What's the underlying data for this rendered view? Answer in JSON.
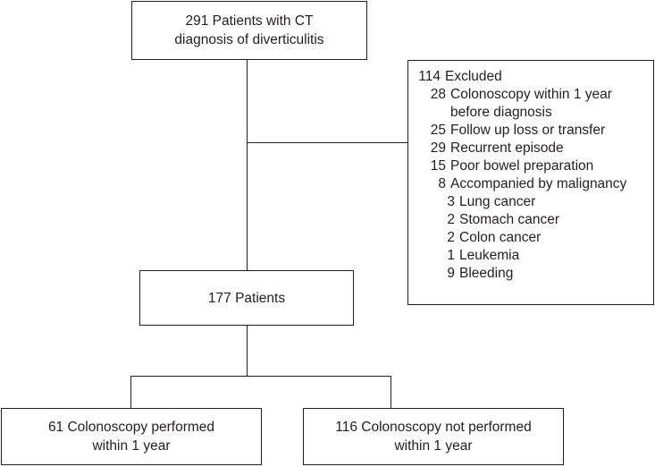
{
  "diagram": {
    "top_box": {
      "line1": "291 Patients with CT",
      "line2": "diagnosis of diverticulitis"
    },
    "excluded_box": {
      "items": [
        {
          "level": 0,
          "count": "114",
          "label": "Excluded"
        },
        {
          "level": 1,
          "count": "28",
          "label": "Colonoscopy within 1 year",
          "continuation": "before diagnosis"
        },
        {
          "level": 1,
          "count": "25",
          "label": "Follow up loss or transfer"
        },
        {
          "level": 1,
          "count": "29",
          "label": "Recurrent episode"
        },
        {
          "level": 1,
          "count": "15",
          "label": "Poor bowel preparation"
        },
        {
          "level": 1,
          "count": "8",
          "label": "Accompanied by malignancy"
        },
        {
          "level": 2,
          "count": "3",
          "label": "Lung cancer"
        },
        {
          "level": 2,
          "count": "2",
          "label": "Stomach cancer"
        },
        {
          "level": 2,
          "count": "2",
          "label": "Colon cancer"
        },
        {
          "level": 2,
          "count": "1",
          "label": "Leukemia"
        },
        {
          "level": 2,
          "count": "9",
          "label": "Bleeding"
        }
      ]
    },
    "middle_box": {
      "label": "177 Patients"
    },
    "left_box": {
      "line1": "61 Colonoscopy performed",
      "line2": "within 1 year"
    },
    "right_box": {
      "line1": "116 Colonoscopy not performed",
      "line2": "within 1 year"
    }
  }
}
